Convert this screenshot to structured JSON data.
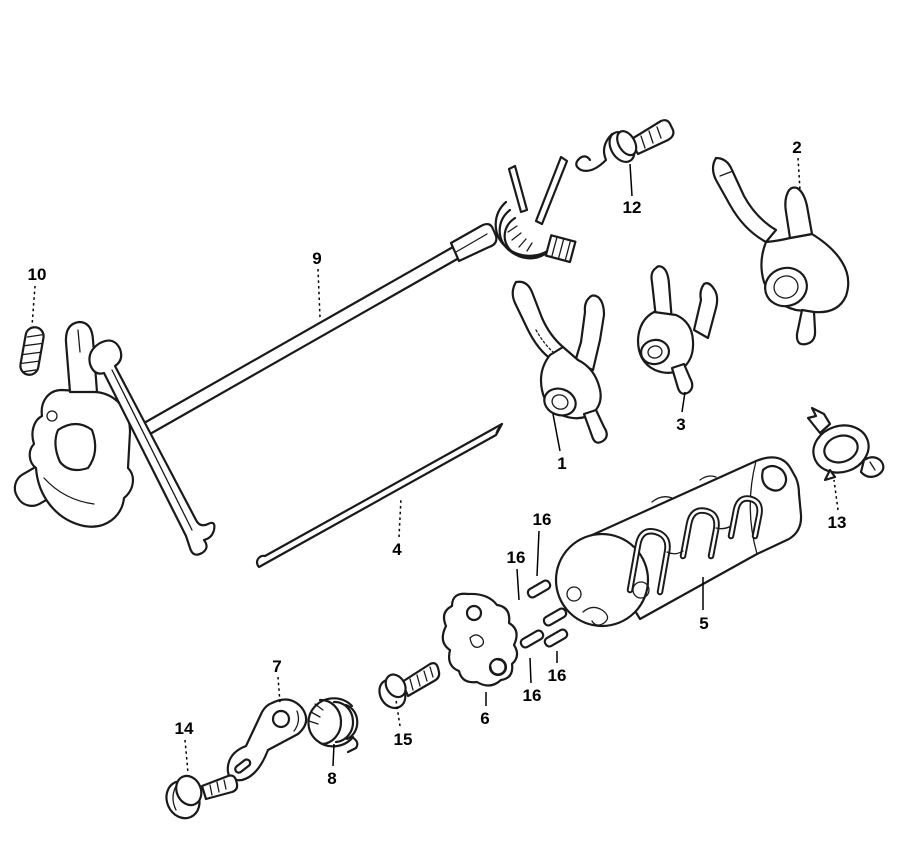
{
  "figure": {
    "colors": {
      "background": "#ffffff",
      "ink": "#1a1a1a"
    },
    "callouts": [
      {
        "number": "1"
      },
      {
        "number": "2"
      },
      {
        "number": "3"
      },
      {
        "number": "4"
      },
      {
        "number": "5"
      },
      {
        "number": "6"
      },
      {
        "number": "7"
      },
      {
        "number": "8"
      },
      {
        "number": "9"
      },
      {
        "number": "10"
      },
      {
        "number": "12"
      },
      {
        "number": "13"
      },
      {
        "number": "14"
      },
      {
        "number": "15"
      },
      {
        "number": "16"
      },
      {
        "number": "16"
      },
      {
        "number": "16"
      },
      {
        "number": "16"
      }
    ]
  }
}
